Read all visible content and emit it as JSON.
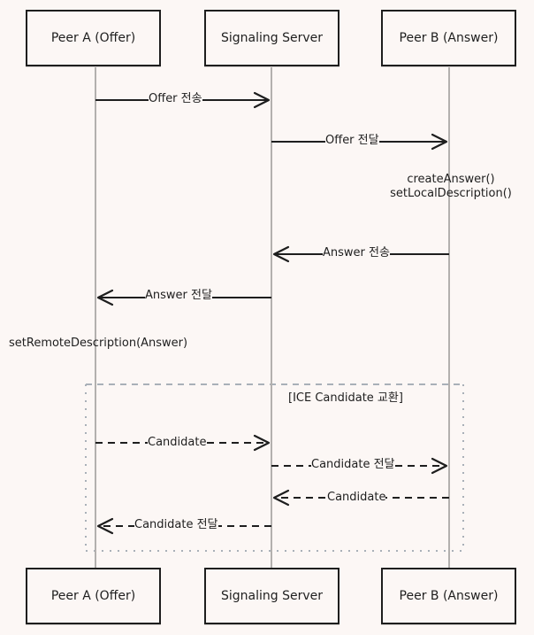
{
  "diagram": {
    "type": "sequence",
    "participants": [
      {
        "id": "peer_a",
        "label": "Peer A (Offer)"
      },
      {
        "id": "server",
        "label": "Signaling Server"
      },
      {
        "id": "peer_b",
        "label": "Peer B (Answer)"
      }
    ],
    "messages": [
      {
        "from": "peer_a",
        "to": "server",
        "label": "Offer 전송",
        "style": "solid"
      },
      {
        "from": "server",
        "to": "peer_b",
        "label": "Offer 전달",
        "style": "solid"
      },
      {
        "from": "peer_b",
        "to": "server",
        "label": "Answer 전송",
        "style": "solid"
      },
      {
        "from": "server",
        "to": "peer_a",
        "label": "Answer 전달",
        "style": "solid"
      },
      {
        "from": "peer_a",
        "to": "server",
        "label": "Candidate",
        "style": "dashed"
      },
      {
        "from": "server",
        "to": "peer_b",
        "label": "Candidate 전달",
        "style": "dashed"
      },
      {
        "from": "peer_b",
        "to": "server",
        "label": "Candidate",
        "style": "dashed"
      },
      {
        "from": "server",
        "to": "peer_a",
        "label": "Candidate 전달",
        "style": "dashed"
      }
    ],
    "notes": [
      {
        "participant": "peer_b",
        "lines": [
          "createAnswer()",
          "setLocalDescription()"
        ]
      },
      {
        "participant": "peer_a",
        "lines": [
          "setRemoteDescription(Answer)"
        ]
      }
    ],
    "frame": {
      "label": "[ICE Candidate 교환]"
    },
    "colors": {
      "background": "#fcf7f5",
      "stroke": "#1e1e1e",
      "lifeline": "#b3b0ae",
      "frame": "#a9b0b8"
    }
  }
}
